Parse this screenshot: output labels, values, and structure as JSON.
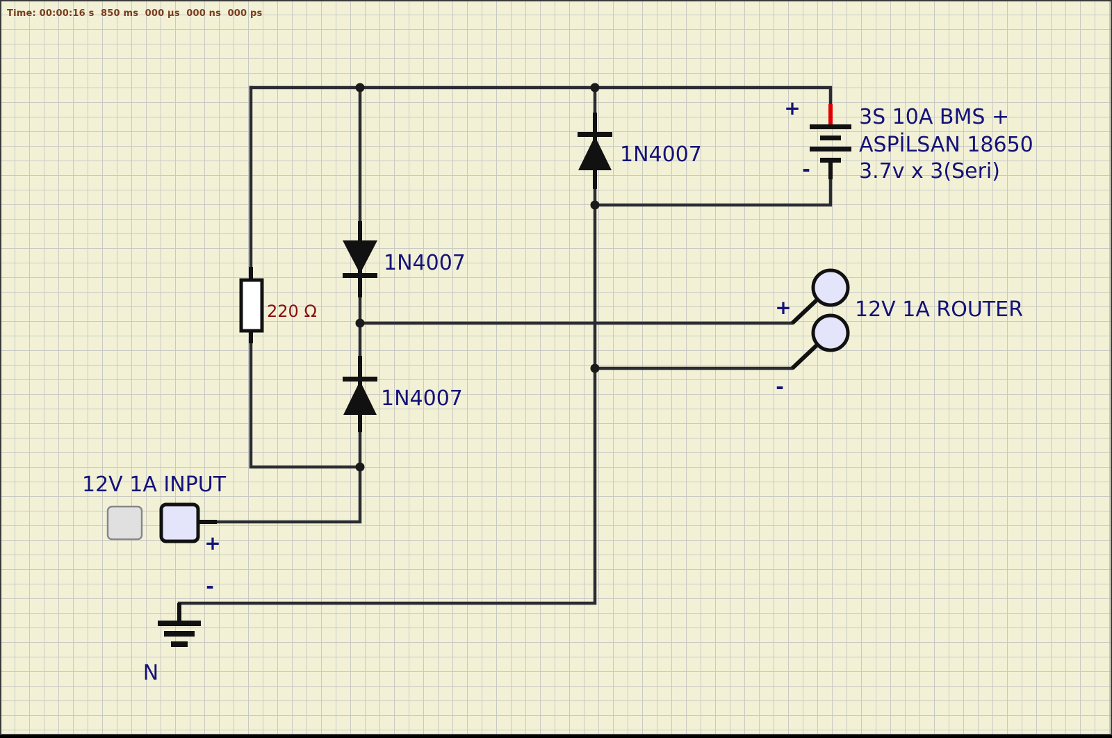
{
  "simulation": {
    "time_readout": "Time: 00:00:16 s  850 ms  000 µs  000 ns  000 ps"
  },
  "colors": {
    "background": "#f2f1d6",
    "grid": "#c9c9c4",
    "wire": "#2b2b33",
    "label": "#14127a",
    "resistor_label": "#8c0f0f",
    "battery_positive_lead": "#e00000",
    "time_text": "#7a3c1e"
  },
  "components": {
    "battery": {
      "label_line1": "3S 10A BMS +",
      "label_line2": "ASPİLSAN 18650",
      "label_line3": "3.7v x 3(Seri)",
      "plus": "+",
      "minus": "-"
    },
    "diode_top": {
      "label": "1N4007"
    },
    "diode_mid": {
      "label": "1N4007"
    },
    "diode_low": {
      "label": "1N4007"
    },
    "resistor": {
      "label": "220 Ω"
    },
    "router": {
      "label": "12V 1A ROUTER",
      "plus": "+",
      "minus": "-"
    },
    "input": {
      "label": "12V 1A INPUT",
      "plus": "+",
      "minus": "-"
    },
    "ground": {
      "label": "N"
    }
  }
}
